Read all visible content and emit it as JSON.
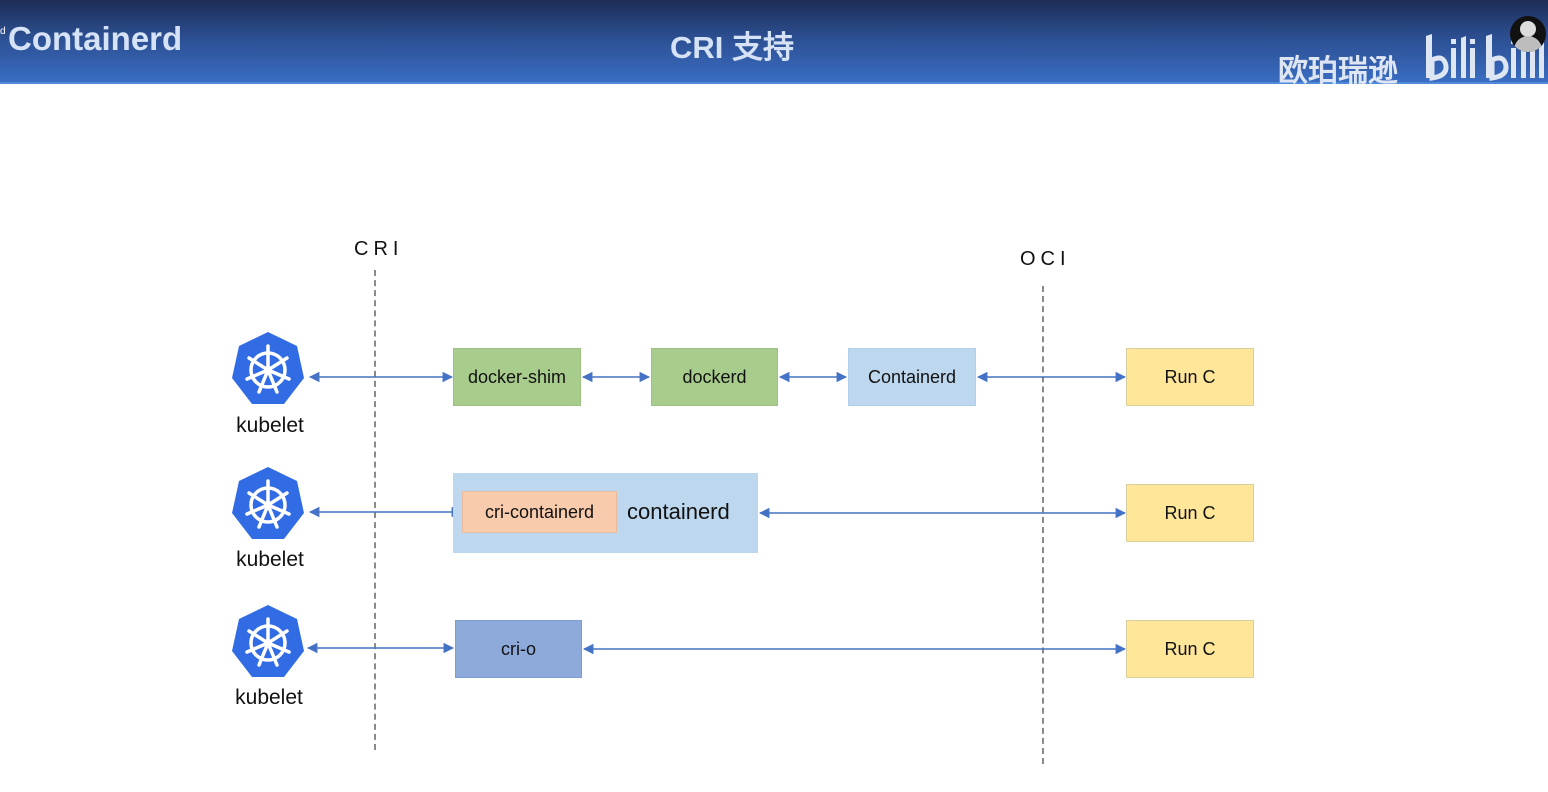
{
  "header": {
    "superscript": "d",
    "title_left": "Containerd",
    "title_center": "CRI 支持",
    "brand_text": "欧珀瑞逊",
    "platform_logo_text": "bilibili"
  },
  "colors": {
    "header_dark": "#1d2d55",
    "header_light": "#3a6ec4",
    "docker_shim": "#a8cc8c",
    "containerd": "#bdd7ee",
    "runc": "#ffe699",
    "cri_containerd": "#f8cbad",
    "cri_o": "#8eaadb",
    "arrow": "#4472c4",
    "kubernetes_logo": "#326ce5"
  },
  "diagram": {
    "cri_label": "CRI",
    "oci_label": "OCI",
    "rows": [
      {
        "kubelet_label": "kubelet",
        "kubelet_icon": "kubernetes-wheel-icon",
        "components": [
          "docker-shim",
          "dockerd",
          "Containerd"
        ],
        "runtime": "Run C"
      },
      {
        "kubelet_label": "kubelet",
        "kubelet_icon": "kubernetes-wheel-icon",
        "inner_component": "cri-containerd",
        "outer_component": "containerd",
        "runtime": "Run C"
      },
      {
        "kubelet_label": "kubelet",
        "kubelet_icon": "kubernetes-wheel-icon",
        "components": [
          "cri-o"
        ],
        "runtime": "Run C"
      }
    ]
  }
}
